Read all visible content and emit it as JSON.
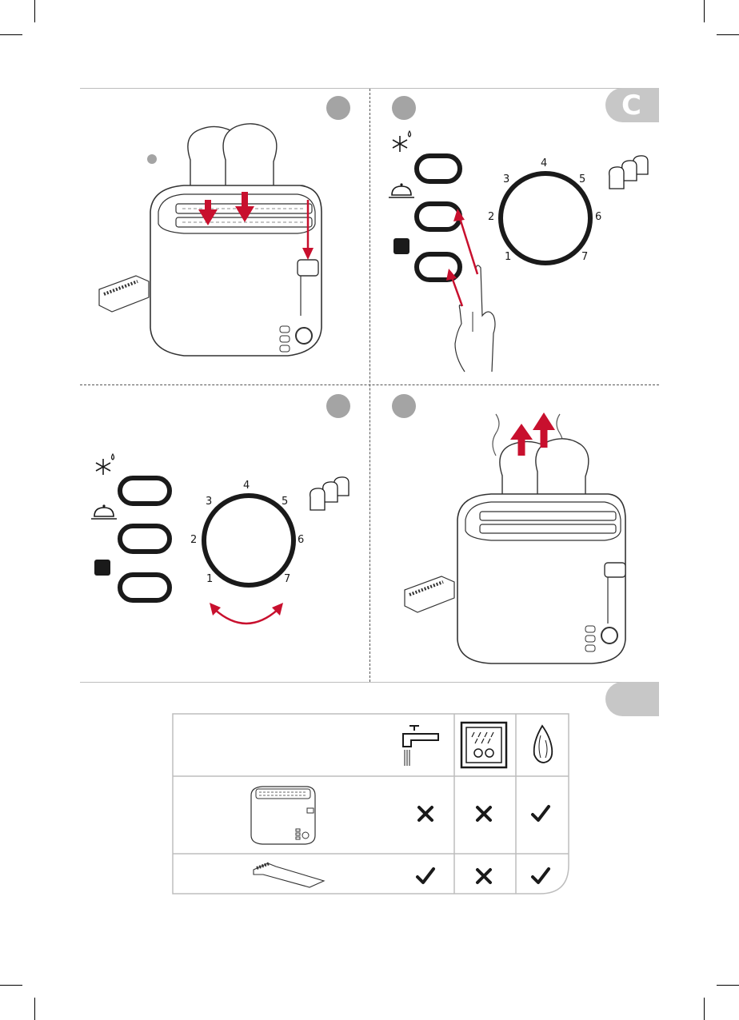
{
  "section_tab": {
    "letter": "C"
  },
  "dial_panel_top": {
    "numbers": [
      "1",
      "2",
      "3",
      "4",
      "5",
      "6",
      "7"
    ]
  },
  "dial_panel_bottom": {
    "numbers": [
      "1",
      "2",
      "3",
      "4",
      "5",
      "6",
      "7"
    ]
  },
  "icons": {
    "defrost": "snowflake-drop-icon",
    "reheat": "cloche-icon",
    "stop": "stop-square-icon",
    "toast_levels": "toast-stack-icon",
    "water": "tap-water-icon",
    "dishwasher": "dishwasher-icon",
    "cloth": "damp-cloth-icon"
  },
  "care_table": {
    "columns": [
      "tap-water-icon",
      "dishwasher-icon",
      "damp-cloth-icon"
    ],
    "rows": [
      {
        "item": "toaster",
        "values": [
          "cross",
          "cross",
          "check"
        ]
      },
      {
        "item": "crumb-tray",
        "values": [
          "check",
          "cross",
          "check"
        ]
      }
    ]
  },
  "colors": {
    "accent": "#c8102e",
    "grey": "#a4a4a4",
    "ink": "#1a1a1a"
  }
}
